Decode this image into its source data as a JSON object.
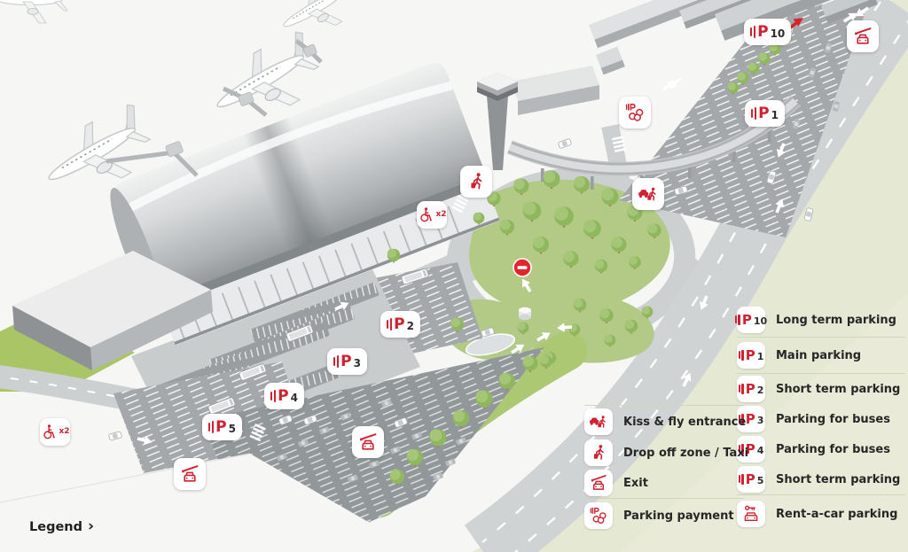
{
  "page": {
    "type": "airport-parking-map"
  },
  "colors": {
    "accent_red": "#cf2130",
    "background_olive": "#e5e8d2",
    "land_white": "#f6f6f5",
    "road_gray": "#d0d3d4",
    "parking_gray": "#a4a8aa",
    "grass_green": "#b2ca85",
    "bright_green": "#a9c566"
  },
  "icons": {
    "plogo_letter": "P"
  },
  "map": {
    "markers": [
      {
        "id": "P10",
        "number": "10"
      },
      {
        "id": "P1",
        "number": "1"
      },
      {
        "id": "P2",
        "number": "2"
      },
      {
        "id": "P3",
        "number": "3"
      },
      {
        "id": "P4",
        "number": "4"
      },
      {
        "id": "P5",
        "number": "5"
      }
    ],
    "wheelchair_badge_label": "x2"
  },
  "legend_parking": {
    "items": [
      {
        "number": "10",
        "label": "Long term parking"
      },
      {
        "number": "1",
        "label": "Main parking"
      },
      {
        "number": "2",
        "label": "Short term parking"
      },
      {
        "number": "3",
        "label": "Parking for buses"
      },
      {
        "number": "4",
        "label": "Parking for buses"
      },
      {
        "number": "5",
        "label": "Short term parking"
      },
      {
        "icon": "rent-a-car",
        "label": "Rent-a-car parking"
      }
    ]
  },
  "legend_services": {
    "items": [
      {
        "icon": "kiss-fly",
        "label": "Kiss & fly entrance"
      },
      {
        "icon": "drop-off",
        "label": "Drop off zone / Taxi"
      },
      {
        "icon": "exit",
        "label": "Exit"
      },
      {
        "icon": "parking-payment",
        "label": "Parking payment"
      }
    ]
  },
  "footer": {
    "label": "Legend",
    "chevron": "›"
  }
}
